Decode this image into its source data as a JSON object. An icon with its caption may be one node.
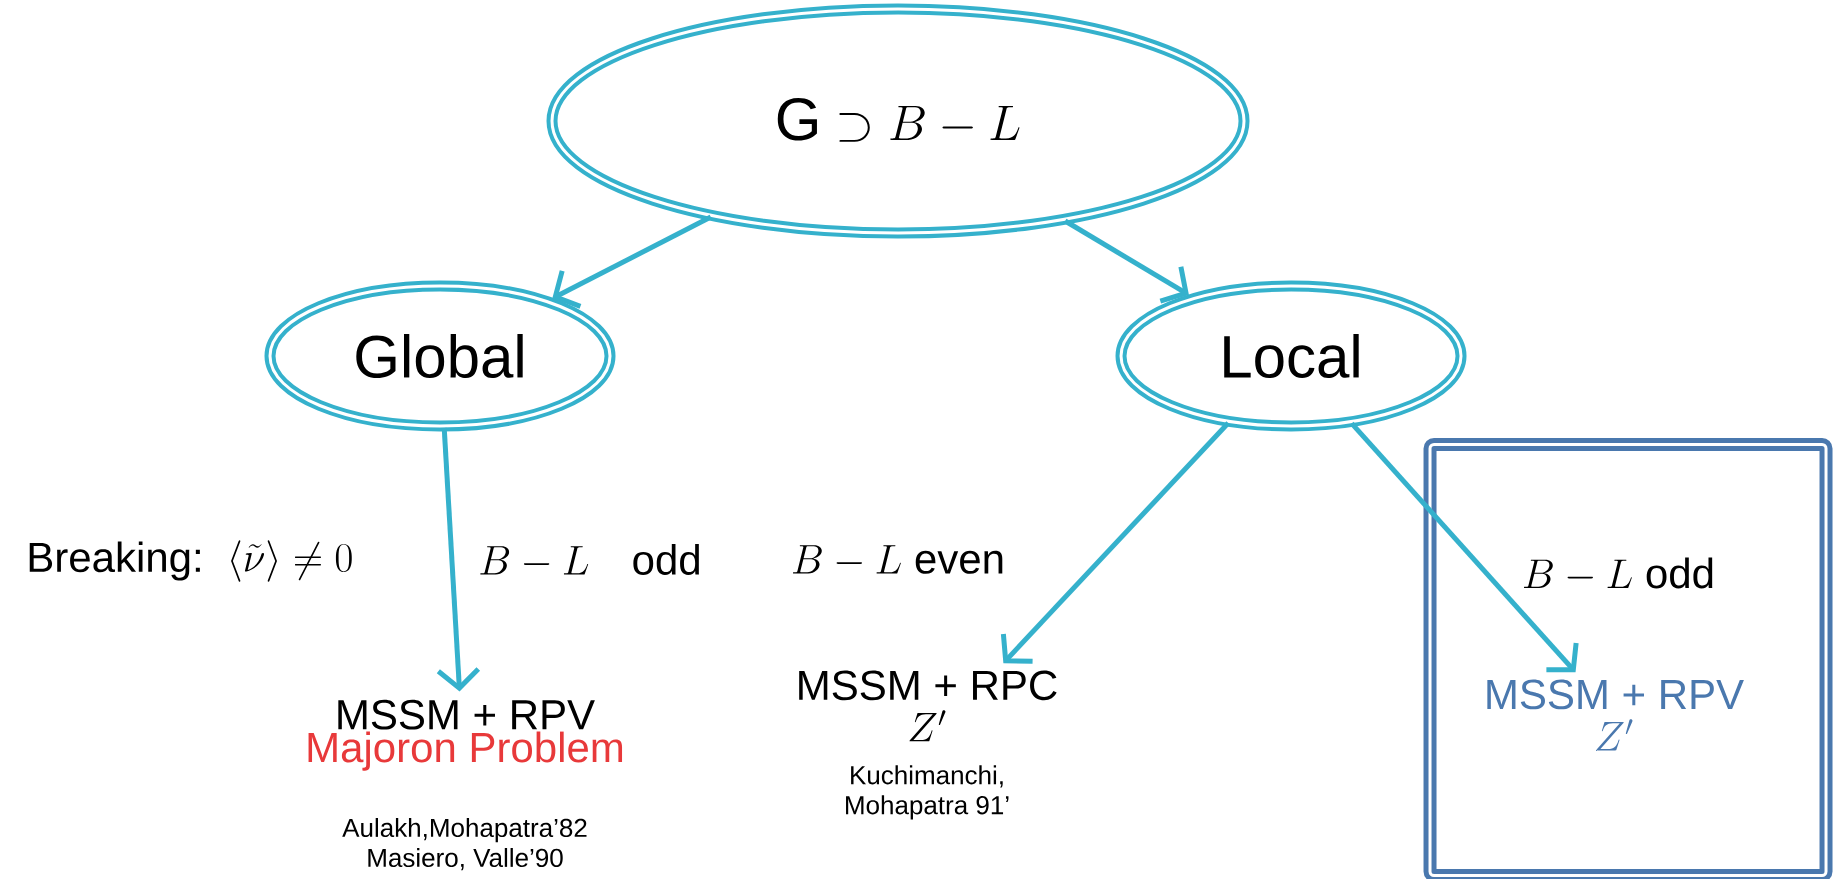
{
  "diagram": {
    "nodes": [
      {
        "text": [
          "\\mathrm{G}\\supset B-L"
        ]
      },
      {
        "text": [
          "Global"
        ]
      },
      {
        "text": [
          "Local"
        ]
      },
      {
        "text": [
          "MSSM + RPV",
          "Majoron Problem",
          "Aulakh,Mohapatra’82 Masiero, Valle’90"
        ]
      },
      {
        "text": [
          "MSSM + RPC",
          "Z'",
          "Kuchimanchi, Mohapatra 91’"
        ]
      },
      {
        "text": [],
        "shape": "box"
      },
      {
        "text": [
          "MSSM + RPV",
          "Z'"
        ],
        "in": 5
      }
    ],
    "edges": [
      {
        "from": 0,
        "to": 1,
        "arrow": "to"
      },
      {
        "from": 0,
        "to": 2,
        "arrow": "to"
      },
      {
        "from": 1,
        "to": 3,
        "arrow": "to"
      },
      {
        "from": 2,
        "to": 4,
        "arrow": "to"
      },
      {
        "from": 2,
        "to": 6,
        "arrow": "to",
        "label": "B-L\\ \\mathrm{odd}"
      }
    ],
    "labels": [
      "Breaking:",
      "\\langle\\tilde{\\nu}\\rangle\\neq 0",
      "B-L\\quad\\mathrm{odd}",
      "B-L\\ \\mathrm{even}"
    ]
  }
}
